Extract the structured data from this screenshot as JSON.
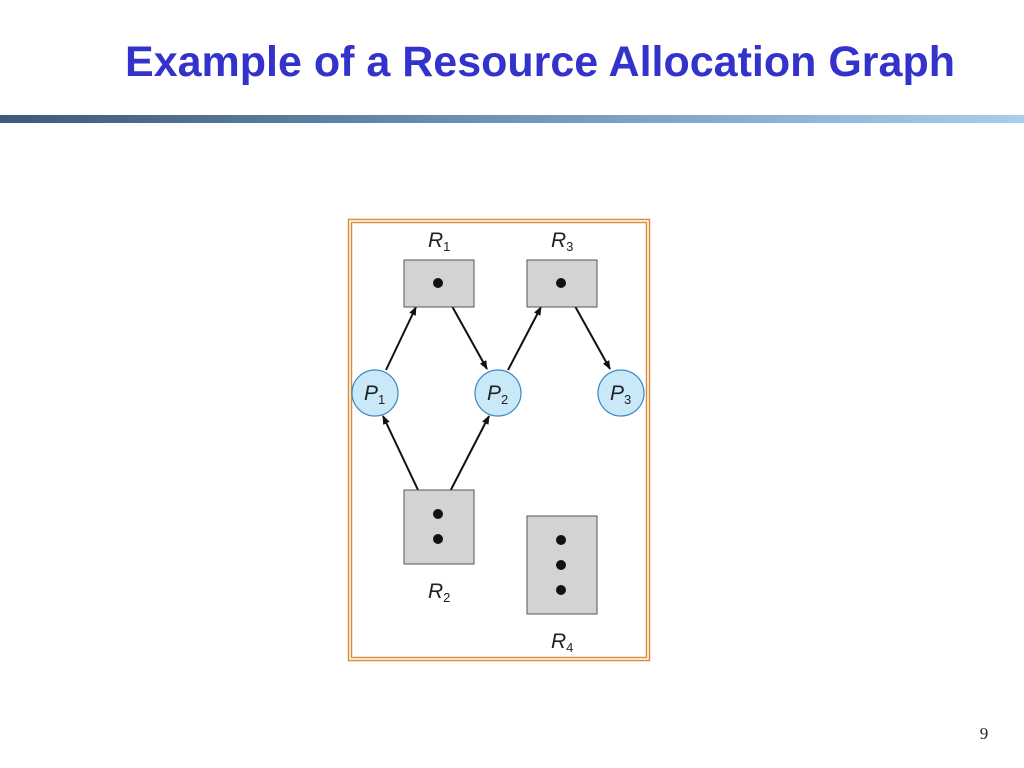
{
  "slide": {
    "title": "Example of a Resource Allocation Graph",
    "page_number": "9"
  },
  "colors": {
    "title": "#3333cc",
    "frame": "#d98e3c",
    "resource_fill": "#d3d3d3",
    "process_fill": "#c9e8f8",
    "process_stroke": "#3d87c4",
    "edge": "#111111"
  },
  "diagram": {
    "resources": [
      {
        "id": "R1",
        "letter": "R",
        "sub": "1",
        "instances": 1
      },
      {
        "id": "R2",
        "letter": "R",
        "sub": "2",
        "instances": 2
      },
      {
        "id": "R3",
        "letter": "R",
        "sub": "3",
        "instances": 1
      },
      {
        "id": "R4",
        "letter": "R",
        "sub": "4",
        "instances": 3
      }
    ],
    "processes": [
      {
        "id": "P1",
        "letter": "P",
        "sub": "1"
      },
      {
        "id": "P2",
        "letter": "P",
        "sub": "2"
      },
      {
        "id": "P3",
        "letter": "P",
        "sub": "3"
      }
    ],
    "edges": [
      {
        "from": "P1",
        "to": "R1",
        "kind": "request"
      },
      {
        "from": "R1",
        "to": "P2",
        "kind": "assignment"
      },
      {
        "from": "P2",
        "to": "R3",
        "kind": "request"
      },
      {
        "from": "R3",
        "to": "P3",
        "kind": "assignment"
      },
      {
        "from": "R2",
        "to": "P1",
        "kind": "assignment"
      },
      {
        "from": "R2",
        "to": "P2",
        "kind": "assignment"
      }
    ]
  }
}
